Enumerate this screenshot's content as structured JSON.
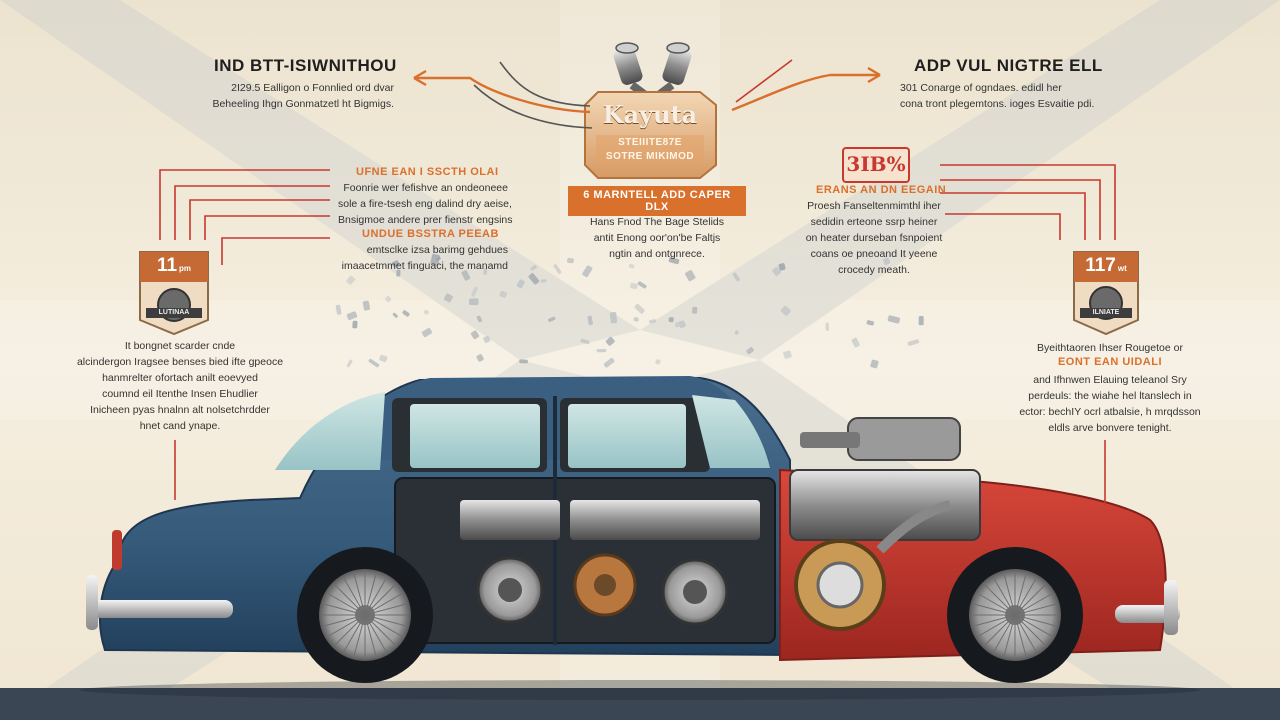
{
  "colors": {
    "background": "#f3ead8",
    "accent_orange": "#d9702c",
    "arrow_red": "#c8382e",
    "car_blue": "#3f6282",
    "car_red": "#c9332a",
    "road": "#3a4654"
  },
  "center": {
    "logo_text": "Kayuta",
    "logo_sub": [
      "STEIIITE87E",
      "SOTRE MIKIMOD"
    ],
    "subtitle": "6 MARNTELL ADD CAPER DLX",
    "body_lines": [
      "Hans Fnod The Bage Stelids",
      "antit Enong oor'on'be Faltjs",
      "ngtin and ontgnrece."
    ]
  },
  "top_left": {
    "title": "IND BTT-ISIWNITHOU",
    "lines": [
      "2I29.5 Ealligon o Fonnlied ord dvar",
      "Beheeling Ihgn Gonmatzetl ht Bigmigs."
    ]
  },
  "top_right": {
    "title": "ADP VUL NIGTRE ELL",
    "lines": [
      "301 Conarge of ogndaes. edidl her",
      "cona tront plegemtons. ioges Esvaitie pdi."
    ]
  },
  "mid_left": {
    "heading": "UFNE EAN I SSCTH OLAI",
    "lines": [
      "Foonrie wer fefishve an ondeoneee",
      "sole a fire-tsesh eng dalind dry aeise,",
      "Bnsigmoe andere prer fienstr engsins"
    ],
    "heading2": "UNDUE BSSTRA PEEAB",
    "lines2": [
      "emtsclke izsa barimg gehdues",
      "imaacetmmet finguaci, the manamd"
    ]
  },
  "mid_right": {
    "badge": "3IB%",
    "heading": "ERANS AN DN EEGAIN",
    "lines": [
      "Proesh Fanseltenmimthl iher",
      "sedidin erteone ssrp heiner",
      "on heater durseban fsnpoient",
      "coans oe pneoand It yeene",
      "crocedy meath."
    ]
  },
  "left_badge": {
    "value": "11",
    "unit": "pm",
    "label": "LUTINAA"
  },
  "right_badge": {
    "value": "117",
    "unit": "wt",
    "label": "ILNIATE"
  },
  "low_left": {
    "lines": [
      "It bongnet scarder cnde",
      "alcindergon Iragsee benses bied ifte gpeoce",
      "hanmrelter ofortach anilt eoevyed",
      "coumnd eil Itenthe Insen Ehudlier",
      "Inicheen pyas hnalnn alt nolsetchrdder",
      "hnet cand ynape."
    ]
  },
  "low_right": {
    "line1": "Byeithtaoren Ihser Rougetoe or",
    "heading": "EONT EAN UIDALI",
    "lines": [
      "and Ifhnwen Elauing teleanol Sry",
      "perdeuls: the wiahe hel ltanslech in",
      "ector: bechIY ocrl atbalsie, h mrqdsson",
      "eldls arve bonvere tenight."
    ]
  }
}
